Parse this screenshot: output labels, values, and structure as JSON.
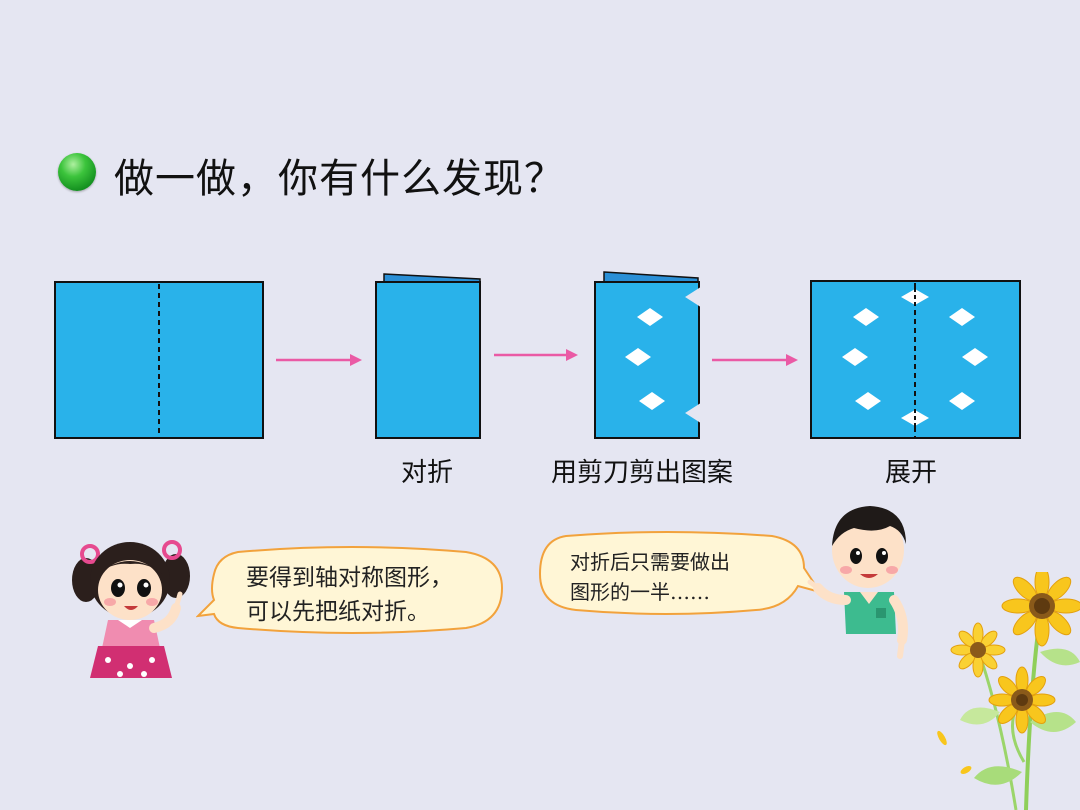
{
  "title": "做一做，你有什么发现？",
  "steps": [
    {
      "caption": ""
    },
    {
      "caption": "对折"
    },
    {
      "caption": "用剪刀剪出图案"
    },
    {
      "caption": "展开"
    }
  ],
  "girl_bubble": {
    "line1": "要得到轴对称图形，",
    "line2": "可以先把纸对折。"
  },
  "boy_bubble": {
    "line1": "对折后只需要做出",
    "line2": "图形的一半……"
  },
  "colors": {
    "background": "#e5e6f2",
    "paper": "#29b2ea",
    "arrow": "#ea5aa5",
    "bubble": "#fff6d6",
    "bubble_border": "#f2a23c",
    "bullet": "#2cb33a"
  }
}
